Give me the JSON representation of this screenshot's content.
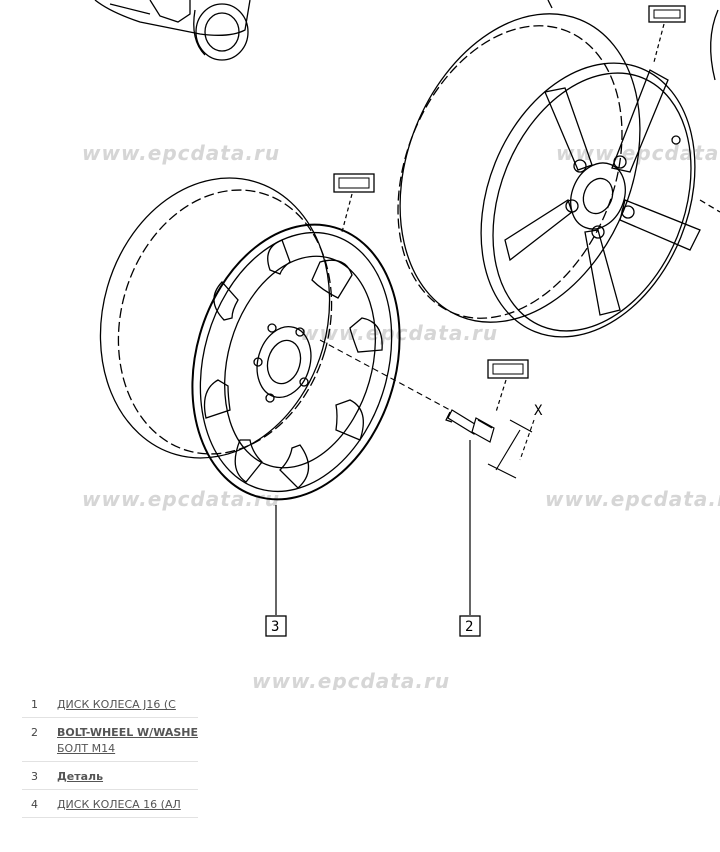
{
  "watermark": "www.epcdata.ru",
  "diagram": {
    "callout_labels": [
      "3",
      "2"
    ],
    "dimension_label": "X"
  },
  "parts": [
    {
      "num": "1",
      "label": "ДИСК КОЛЕСА J16 (С",
      "sub": "",
      "bold": false
    },
    {
      "num": "2",
      "label": "BOLT-WHEEL W/WASHE",
      "sub": "БОЛТ M14",
      "bold": true
    },
    {
      "num": "3",
      "label": "Деталь",
      "sub": "",
      "bold": true
    },
    {
      "num": "4",
      "label": "ДИСК КОЛЕСА 16 (АЛ",
      "sub": "",
      "bold": false
    }
  ]
}
